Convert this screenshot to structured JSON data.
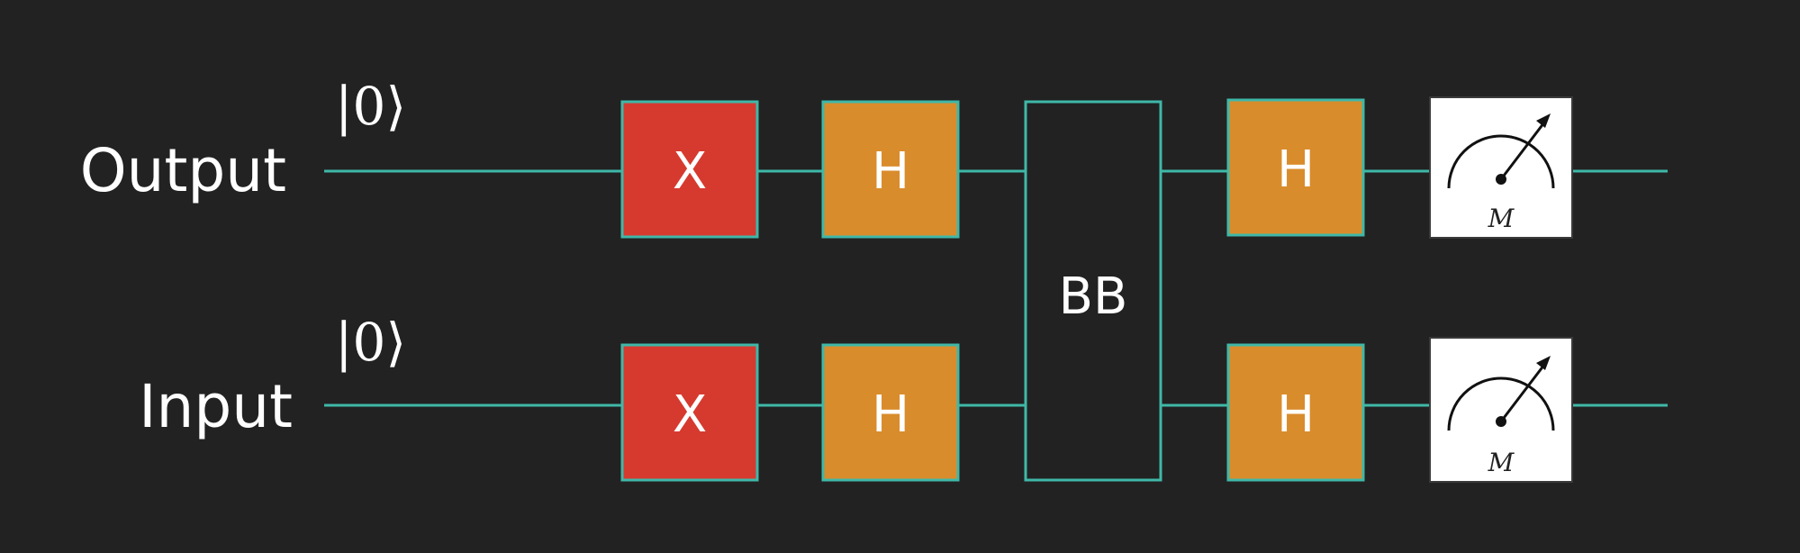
{
  "qubits": [
    {
      "label": "Output",
      "init": "|0⟩"
    },
    {
      "label": "Input",
      "init": "|0⟩"
    }
  ],
  "gates": {
    "x": "X",
    "h": "H",
    "oracle": "BB",
    "measure": "M"
  },
  "colors": {
    "background": "#222222",
    "wire": "#3fb8a8",
    "x_gate": "#d63a2f",
    "h_gate": "#d98c2c",
    "oracle": "#222222",
    "meter": "#ffffff"
  }
}
